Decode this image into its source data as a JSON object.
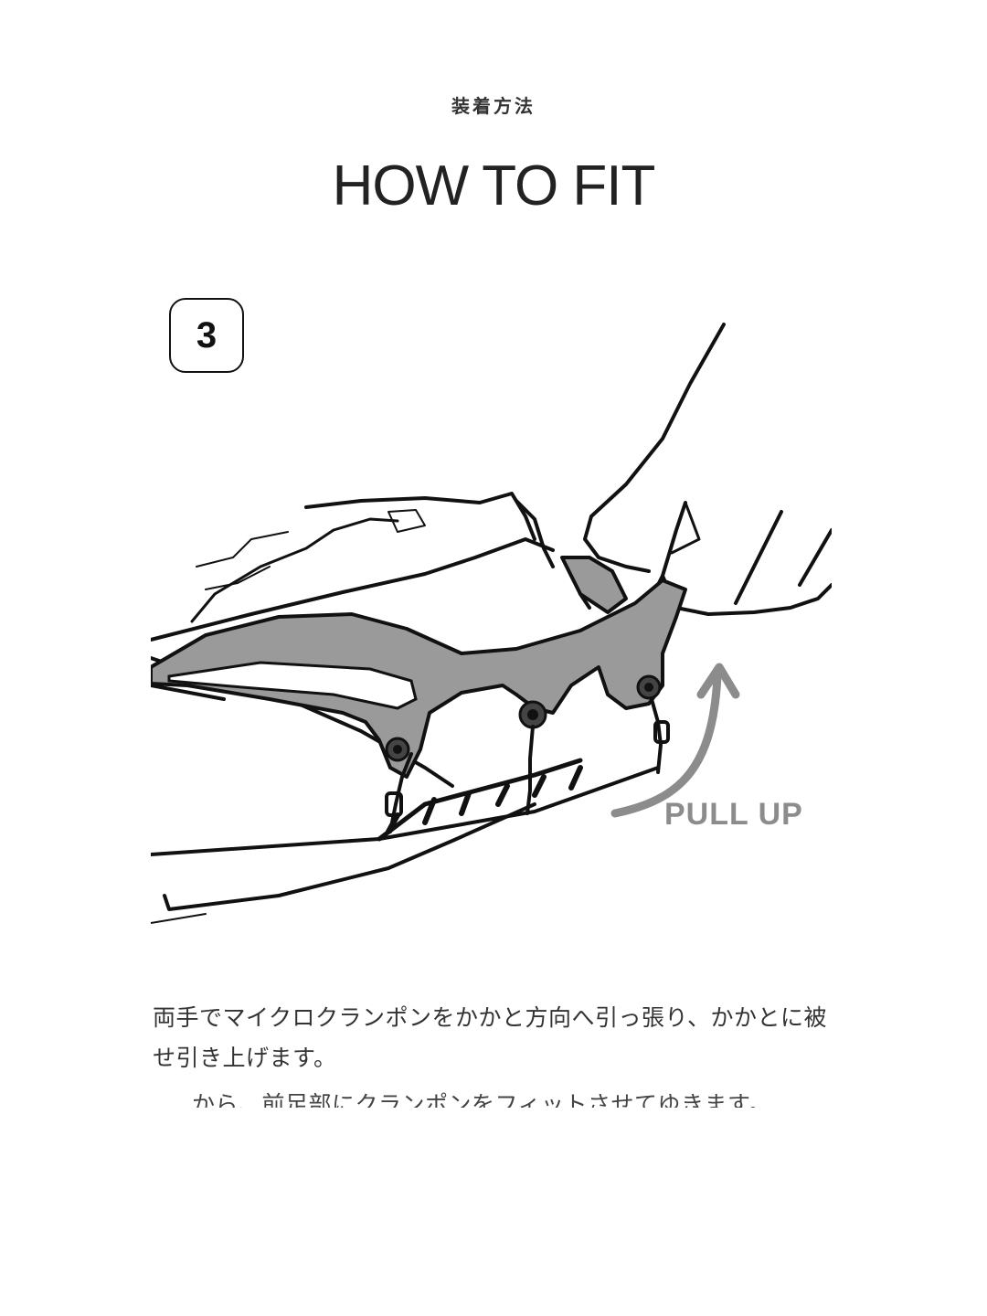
{
  "header": {
    "subtitle_jp": "装着方法",
    "title": "HOW TO FIT"
  },
  "step": {
    "number": "3"
  },
  "illustration": {
    "arrow_label": "PULL UP",
    "arrow_color": "#8c8c8c",
    "crampon_color": "#9a9a9a"
  },
  "description": {
    "text": "両手でマイクロクランポンをかかと方向へ引っ張り、かかとに被せ引き上げます。"
  },
  "overflow_text": {
    "text": "から、前足部にクランポンをフィットさせてゆきます。"
  }
}
